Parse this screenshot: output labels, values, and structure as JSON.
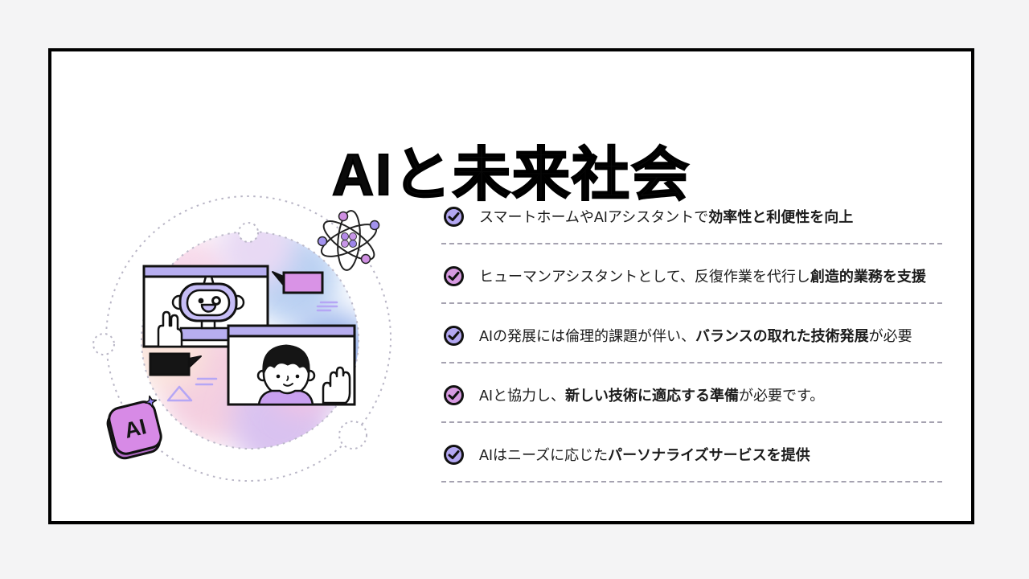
{
  "slide": {
    "title": "AIと未来社会",
    "bullets": [
      {
        "pre": "スマートホームやAIアシスタントで",
        "bold": "効率性と利便性を向上",
        "post": ""
      },
      {
        "pre": "ヒューマンアシスタントとして、反復作業を代行し",
        "bold": "創造的業務を支援",
        "post": ""
      },
      {
        "pre": "AIの発展には倫理的課題が伴い、",
        "bold": "バランスの取れた技術発展",
        "post": "が必要"
      },
      {
        "pre": "AIと協力し、",
        "bold": "新しい技術に適応する準備",
        "post": "が必要です。"
      },
      {
        "pre": "AIはニーズに応じた",
        "bold": "パーソナライズサービスを提供",
        "post": ""
      }
    ],
    "bullet_icon_colors": [
      "#b3a7f2",
      "#d79ae2",
      "#b3a7f2",
      "#d79ae2",
      "#b3a7f2"
    ],
    "illustration": {
      "ai_chip_label": "AI",
      "colors": {
        "window_titlebar": "#b7aef0",
        "robot_head": "#c6bdf6",
        "speech_bubble_pink": "#d993e6",
        "speech_bubble_black": "#151515",
        "chip_front": "#d78ae6",
        "chip_side": "#b06ac4",
        "shirt": "#c9a0ef",
        "accent_lavender": "#b5a6f5"
      }
    }
  }
}
